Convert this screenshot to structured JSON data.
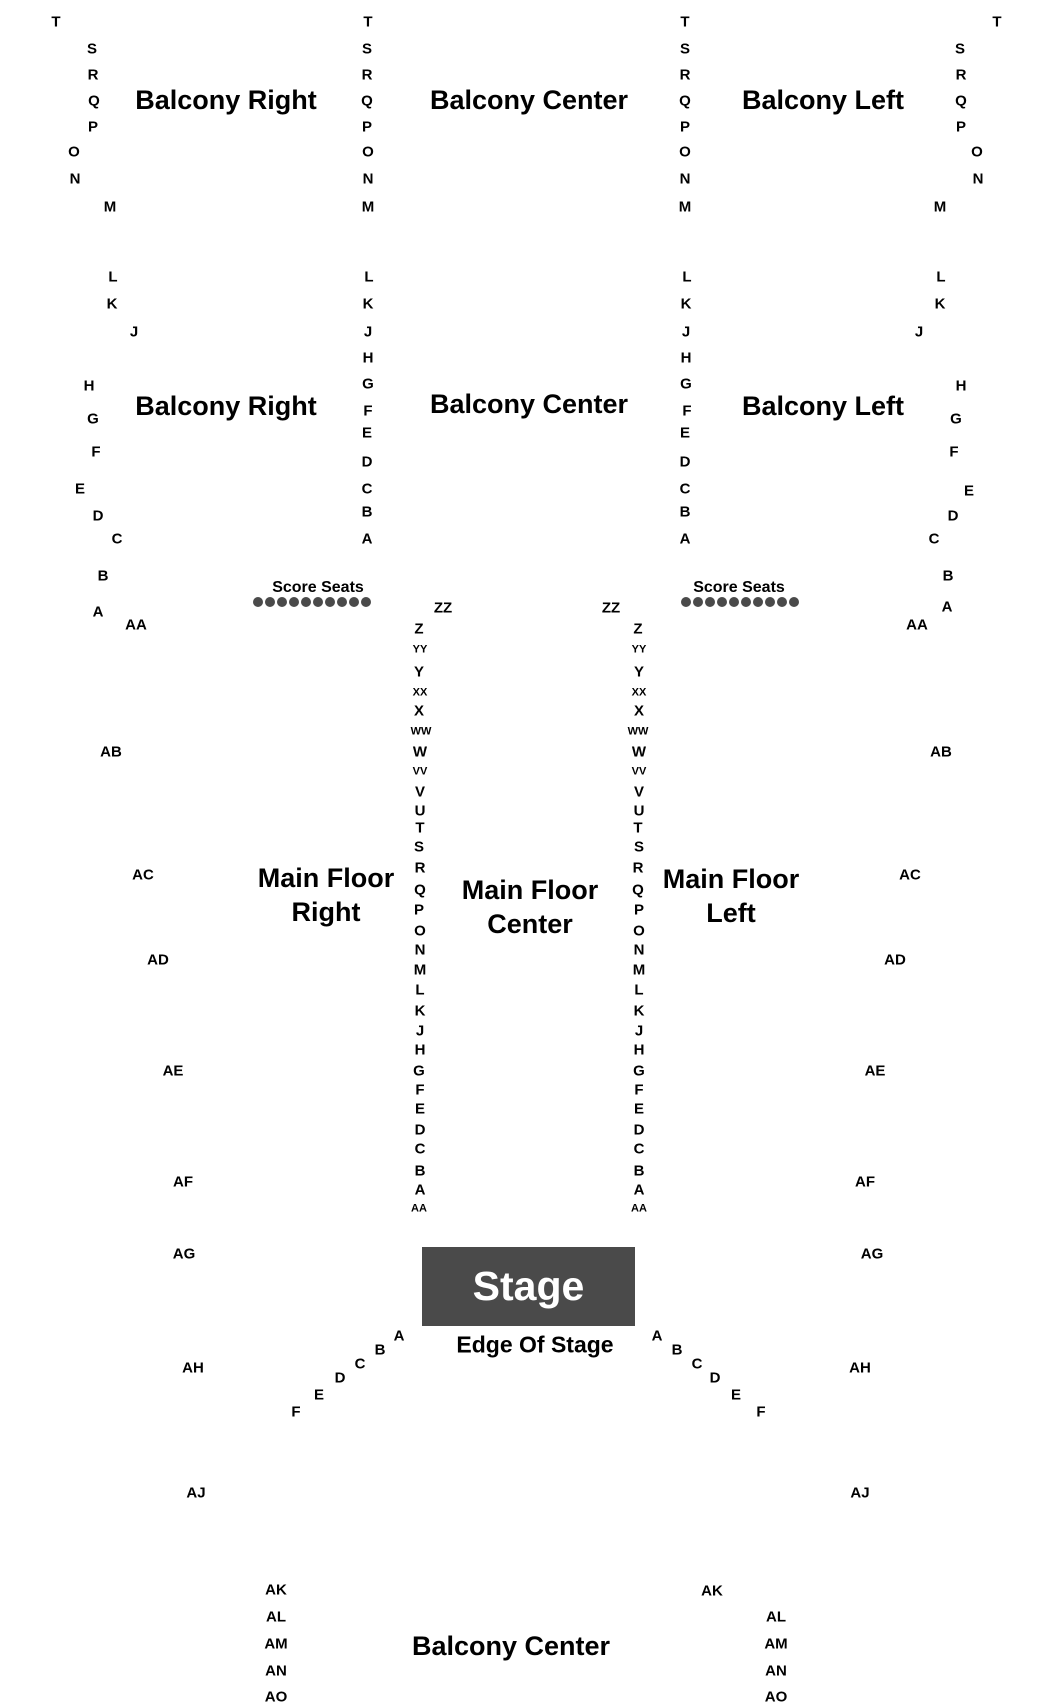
{
  "colors": {
    "background": "#ffffff",
    "text": "#000000",
    "stage": "#4a4a4a",
    "stage_text": "#ffffff",
    "score_dots": "#4a4a4a"
  },
  "sections": {
    "balcony_right_upper": [
      "Balcony Right"
    ],
    "balcony_center_upper": [
      "Balcony Center"
    ],
    "balcony_left_upper": [
      "Balcony Left"
    ],
    "balcony_right_lower": [
      "Balcony Right"
    ],
    "balcony_center_lower": [
      "Balcony Center"
    ],
    "balcony_left_lower": [
      "Balcony Left"
    ],
    "main_floor_right": [
      "Main Floor",
      "Right"
    ],
    "main_floor_center": [
      "Main Floor",
      "Center"
    ],
    "main_floor_left": [
      "Main Floor",
      "Left"
    ],
    "balcony_center_bottom": [
      "Balcony Center"
    ]
  },
  "score_seats": {
    "label": "Score Seats",
    "dots_per_group": 10
  },
  "stage": {
    "label": "Stage",
    "edge_label": "Edge Of Stage"
  },
  "rows": {
    "far_left_upper": [
      "T",
      "S",
      "R",
      "Q",
      "P",
      "O",
      "N",
      "M"
    ],
    "far_left_middle": [
      "L",
      "K",
      "J"
    ],
    "far_left_lower": [
      "H",
      "G",
      "F",
      "E",
      "D",
      "C",
      "B",
      "A"
    ],
    "aisle_a_upper": [
      "T",
      "S",
      "R",
      "Q",
      "P",
      "O",
      "N",
      "M"
    ],
    "aisle_a_middle": [
      "L",
      "K",
      "J",
      "H",
      "G",
      "F",
      "E",
      "D",
      "C",
      "B",
      "A"
    ],
    "aisle_b_upper": [
      "T",
      "S",
      "R",
      "Q",
      "P",
      "O",
      "N",
      "M"
    ],
    "aisle_b_middle": [
      "L",
      "K",
      "J",
      "H",
      "G",
      "F",
      "E",
      "D",
      "C",
      "B",
      "A"
    ],
    "far_right_upper": [
      "T",
      "S",
      "R",
      "Q",
      "P",
      "O",
      "N",
      "M"
    ],
    "far_right_middle": [
      "L",
      "K",
      "J"
    ],
    "far_right_lower": [
      "H",
      "G",
      "F",
      "E",
      "D",
      "C",
      "B",
      "A"
    ],
    "main_floor_aisle": [
      "ZZ",
      "Z",
      "YY",
      "Y",
      "XX",
      "X",
      "WW",
      "W",
      "VV",
      "V",
      "U",
      "T",
      "S",
      "R",
      "Q",
      "P",
      "O",
      "N",
      "M",
      "L",
      "K",
      "J",
      "H",
      "G",
      "F",
      "E",
      "D",
      "C",
      "B",
      "A",
      "AA"
    ],
    "side_left": [
      "AA",
      "AB",
      "AC",
      "AD",
      "AE",
      "AF",
      "AG",
      "AH",
      "AJ"
    ],
    "side_right": [
      "AA",
      "AB",
      "AC",
      "AD",
      "AE",
      "AF",
      "AG",
      "AH",
      "AJ"
    ],
    "pit_left": [
      "A",
      "B",
      "C",
      "D",
      "E",
      "F"
    ],
    "pit_right": [
      "A",
      "B",
      "C",
      "D",
      "E",
      "F"
    ],
    "rear_left": [
      "AK",
      "AL",
      "AM",
      "AN",
      "AO"
    ],
    "rear_right": [
      "AK",
      "AL",
      "AM",
      "AN",
      "AO"
    ]
  }
}
